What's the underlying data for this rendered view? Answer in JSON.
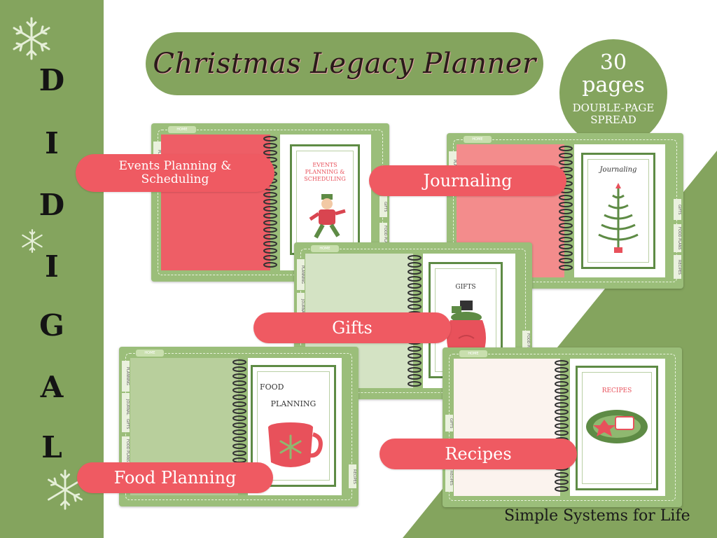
{
  "title": "Christmas Legacy Planner",
  "vertical_word": [
    "D",
    "I",
    "D",
    "I",
    "G",
    "A",
    "L"
  ],
  "badge": {
    "number": "30",
    "unit": "pages",
    "line1": "DOUBLE-PAGE",
    "line2": "SPREAD"
  },
  "labels": {
    "events": "Events Planning & Scheduling",
    "journaling": "Journaling",
    "gifts": "Gifts",
    "food": "Food Planning",
    "recipes": "Recipes"
  },
  "card_titles": {
    "events": "EVENTS PLANNING & SCHEDULING",
    "journaling": "Journaling",
    "gifts": "GIFTS",
    "food_1": "FOOD",
    "food_2": "PLANNING",
    "recipes": "RECIPES"
  },
  "tabs": {
    "home": "HOME",
    "planning": "PLANNING",
    "journaling": "JOURNALING",
    "gifts": "GIFTS",
    "food_plans": "FOOD PLANS",
    "recipes": "RECIPES"
  },
  "brand": "Simple Systems for Life",
  "colors": {
    "green": "#84a45e",
    "red": "#ef5a62",
    "pink": "#f38c8c",
    "white": "#ffffff"
  }
}
